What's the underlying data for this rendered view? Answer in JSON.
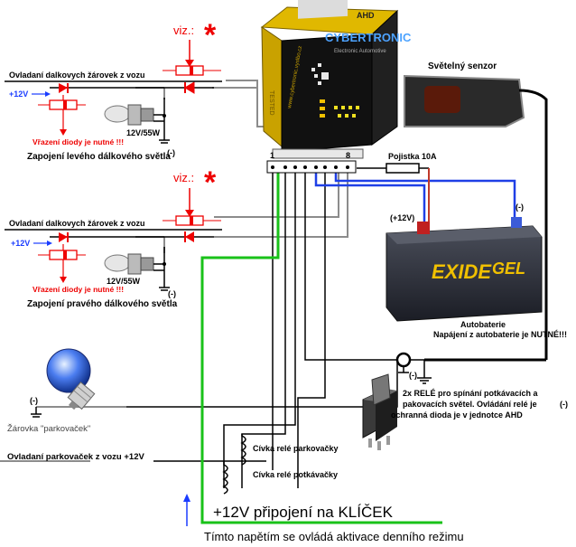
{
  "device": {
    "brand": "CYBERTRONIC",
    "model": "AHD",
    "subtitle": "Electronic Automotive",
    "side_url": "www.cybertronic.vyslbo.cz",
    "side_text": "TESTED",
    "pin_first": "1",
    "pin_last": "8"
  },
  "left_circuit": {
    "control_label": "Ovladaní dalkovych žárovek z vozu",
    "plus12": "+12V",
    "bulb_spec": "12V/55W",
    "ground": "(-)",
    "note": "Vřazení diody je nutné !!!",
    "title": "Zapojení levého dálkového světla",
    "viz": "viz.:",
    "star": "*"
  },
  "right_circuit": {
    "control_label": "Ovladaní dalkovych žárovek z vozu",
    "plus12": "+12V",
    "bulb_spec": "12V/55W",
    "ground": "(-)",
    "note": "Vřazení diody je nutné !!!",
    "title": "Zapojení pravého dálkového světla",
    "viz": "viz.:",
    "star": "*"
  },
  "sensor": {
    "label": "Světelný senzor"
  },
  "fuse": {
    "label": "Pojistka 10A"
  },
  "battery": {
    "plus": "(+12V)",
    "minus": "(-)",
    "brand_a": "EXIDE",
    "brand_b": "GEL",
    "label": "Autobaterie",
    "note": "Napájení z autobaterie je NUTNÉ!!!"
  },
  "ground_symbol": {
    "label": "(-)"
  },
  "relay": {
    "line1": "2x RELÉ pro spínání potkávacích a",
    "line2": "pakovacích světel. Ovládání relé je",
    "line3": "ochranná dioda je v jednotce AHD",
    "ground": "(-)"
  },
  "coils": {
    "parking": "Cívka relé parkovačky",
    "lowbeam": "Cívka relé potkávačky"
  },
  "parking_bulb": {
    "ground": "(-)",
    "label": "Žárovka \"parkovaček\"",
    "control": "Ovladaní parkovaček z vozu +12V"
  },
  "ignition": {
    "label": "+12V připojení na KLÍČEK",
    "note": "Tímto napětím se ovládá aktivace denního režimu"
  },
  "colors": {
    "wire_gray": "#8c8c8c",
    "wire_green": "#19c219",
    "wire_blue": "#1f3fe6",
    "wire_black": "#000000",
    "accent_red": "#e00000"
  }
}
